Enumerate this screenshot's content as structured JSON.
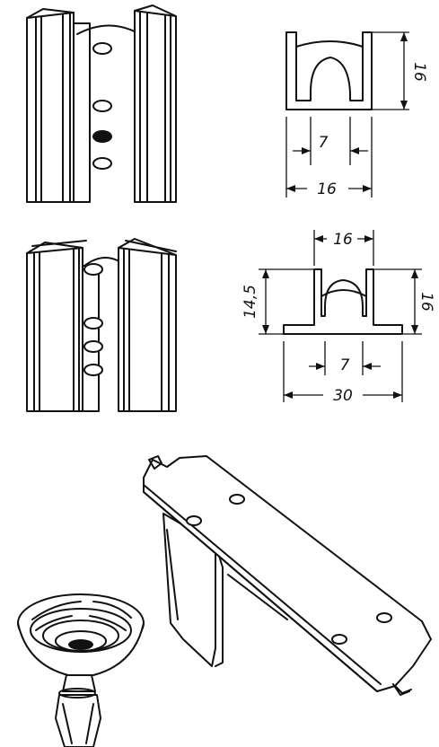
{
  "figure_1": {
    "height_label": "16",
    "slot_width_label": "7",
    "total_width_label": "16"
  },
  "figure_2": {
    "top_width_label": "16",
    "left_height_label": "14,5",
    "right_height_label": "16",
    "slot_width_label": "7",
    "total_width_label": "30"
  },
  "colors": {
    "ink": "#111111",
    "paper": "#ffffff"
  }
}
